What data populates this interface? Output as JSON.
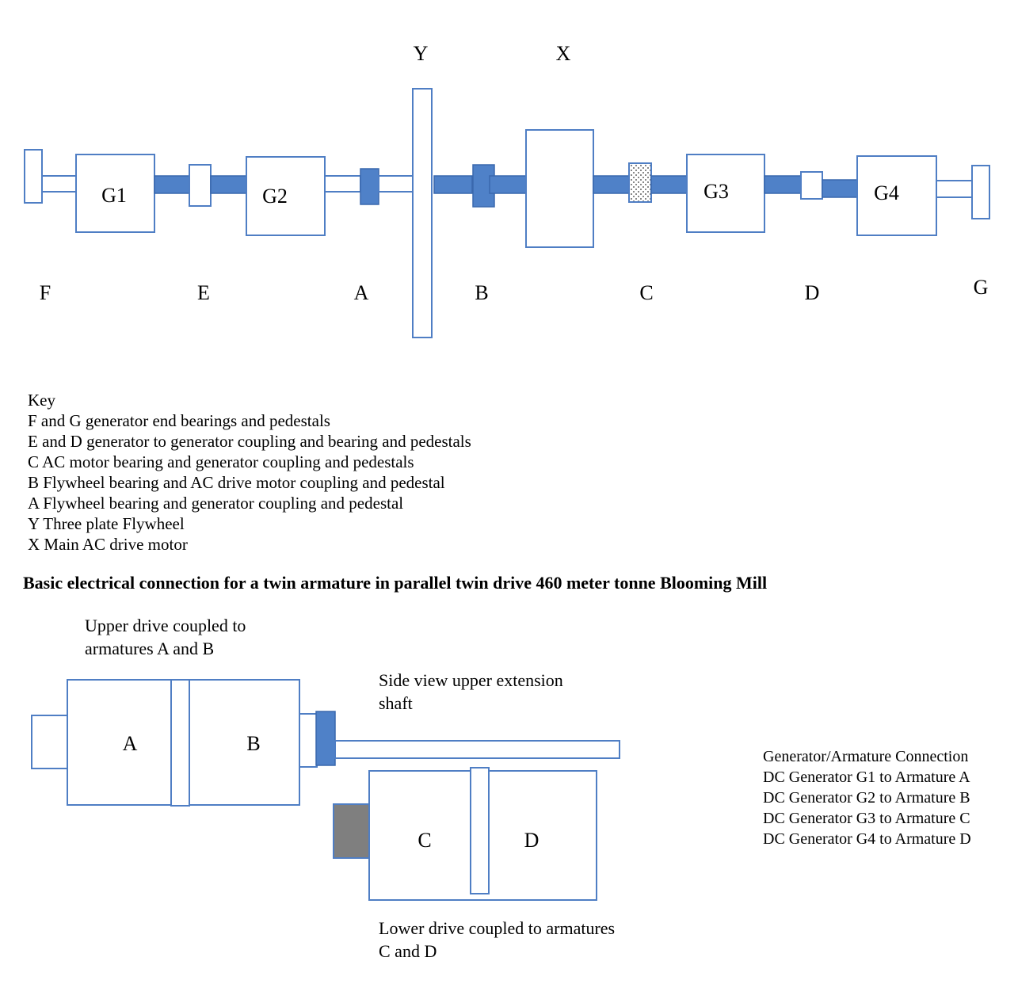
{
  "top_diagram": {
    "component_labels": {
      "Y": "Y",
      "X": "X",
      "G1": "G1",
      "G2": "G2",
      "G3": "G3",
      "G4": "G4"
    },
    "position_labels": {
      "F": "F",
      "E": "E",
      "A": "A",
      "B": "B",
      "C": "C",
      "D": "D",
      "G": "G"
    }
  },
  "key": {
    "heading": "Key",
    "items": [
      "F and G generator end bearings and pedestals",
      "E and D generator to generator coupling and bearing and pedestals",
      "C AC motor bearing and generator coupling and pedestals",
      "B Flywheel bearing and AC drive motor coupling and pedestal",
      "A Flywheel bearing and generator coupling and pedestal",
      "Y Three plate Flywheel",
      "X Main AC drive motor"
    ]
  },
  "section_title": "Basic electrical connection for a twin armature in parallel twin drive 460 meter tonne Blooming Mill",
  "bottom_diagram": {
    "upper_caption": [
      "Upper drive coupled to",
      "armatures A and B"
    ],
    "side_view_caption": [
      "Side view upper extension",
      "shaft"
    ],
    "lower_caption": [
      "Lower drive coupled to armatures",
      "C and D"
    ],
    "armature_labels": {
      "A": "A",
      "B": "B",
      "C": "C",
      "D": "D"
    }
  },
  "connections": {
    "heading": "Generator/Armature Connection",
    "items": [
      "DC Generator G1 to Armature A",
      "DC Generator G2 to Armature B",
      "DC Generator G3 to Armature C",
      "DC Generator G4 to Armature D"
    ]
  },
  "colors": {
    "outline": "#4f7ec4",
    "shaft_fill": "#4f81c8",
    "coupling_dark": "#3b6fbf",
    "gray_block": "#7f7f7f"
  }
}
